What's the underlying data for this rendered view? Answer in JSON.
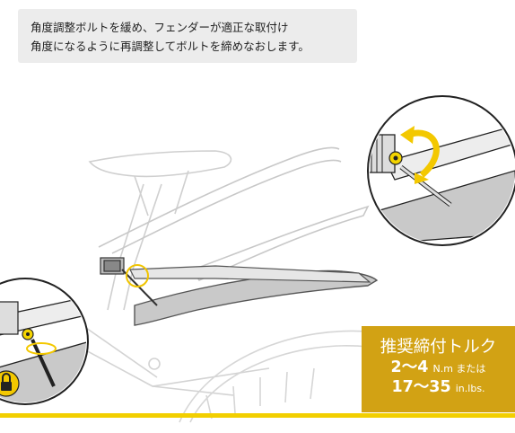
{
  "instruction": {
    "line1": "角度調整ボルトを緩め、フェンダーが適正な取付け",
    "line2": "角度になるように再調整してボルトを締めなおします。"
  },
  "torque": {
    "title": "推奨締付トルク",
    "nm_value": "2〜4",
    "nm_unit": "N.m または",
    "inlbs_value": "17〜35",
    "inlbs_unit": "in.lbs."
  },
  "colors": {
    "accent": "#d2a214",
    "bar": "#f2cf00",
    "fender": "#c9c9c9",
    "frame_line": "#c4c4c4"
  },
  "icons": [
    "rotate-arrow-icon",
    "lock-icon",
    "highlight-circle-icon"
  ]
}
